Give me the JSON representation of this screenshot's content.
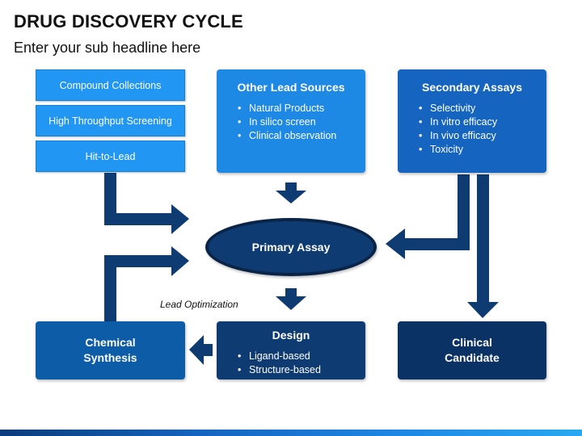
{
  "title": "DRUG DISCOVERY CYCLE",
  "subtitle": "Enter your sub headline here",
  "stack": [
    "Compound Collections",
    "High Throughput Screening",
    "Hit-to-Lead"
  ],
  "other_lead": {
    "heading": "Other Lead Sources",
    "items": [
      "Natural Products",
      "In silico screen",
      "Clinical observation"
    ]
  },
  "secondary": {
    "heading": "Secondary Assays",
    "items": [
      "Selectivity",
      "In vitro efficacy",
      "In vivo efficacy",
      "Toxicity"
    ]
  },
  "primary_assay": "Primary Assay",
  "lead_optimization": "Lead Optimization",
  "design": {
    "heading": "Design",
    "items": [
      "Ligand-based",
      "Structure-based"
    ]
  },
  "chemical_synthesis": [
    "Chemical",
    "Synthesis"
  ],
  "clinical_candidate": [
    "Clinical",
    "Candidate"
  ],
  "colors": {
    "light_blue": "#2196f3",
    "medium_blue": "#1e7fd6",
    "dark_blue": "#0d4c8b",
    "navy": "#0d3b72",
    "arrow": "#0d3b72"
  }
}
